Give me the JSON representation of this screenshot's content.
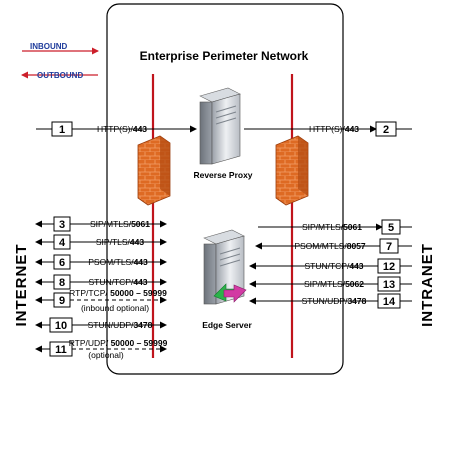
{
  "legend": {
    "inbound": "INBOUND",
    "outbound": "OUTBOUND",
    "inbound_color": "#cc1f2a",
    "outbound_color": "#cc1f2a"
  },
  "title": "Enterprise Perimeter Network",
  "side_labels": {
    "left": "INTERNET",
    "right": "INTRANET"
  },
  "servers": {
    "reverse_proxy": "Reverse Proxy",
    "edge_server": "Edge Server"
  },
  "colors": {
    "perimeter_line": "#c0141c",
    "firewall": "#d9651f",
    "frame": "#000000"
  },
  "connections": {
    "c1": {
      "num": "1",
      "proto": "HTTP(S)/",
      "port": "443"
    },
    "c2": {
      "num": "2",
      "proto": "HTTP(S)/",
      "port": "443"
    },
    "c3": {
      "num": "3",
      "proto": "SIP/MTLS/",
      "port": "5061"
    },
    "c4": {
      "num": "4",
      "proto": "SIP/TLS/",
      "port": "443"
    },
    "c5": {
      "num": "5",
      "proto": "SIP/MTLS/",
      "port": "5061"
    },
    "c6": {
      "num": "6",
      "proto": "PSOM/TLS/",
      "port": "443"
    },
    "c7": {
      "num": "7",
      "proto": "PSOM/MTLS/",
      "port": "8057"
    },
    "c8": {
      "num": "8",
      "proto": "STUN/TCP/",
      "port": "443"
    },
    "c9": {
      "num": "9",
      "proto": "RTP/TCP/ ",
      "port": "50000 – 59999",
      "note": "(inbound optional)"
    },
    "c10": {
      "num": "10",
      "proto": "STUN/UDP/",
      "port": "3478"
    },
    "c11": {
      "num": "11",
      "proto": "RTP/UDP/ ",
      "port": "50000 – 59999",
      "note": "(optional)"
    },
    "c12": {
      "num": "12",
      "proto": "STUN/TCP/",
      "port": "443"
    },
    "c13": {
      "num": "13",
      "proto": "SIP/MTLS/",
      "port": "5062"
    },
    "c14": {
      "num": "14",
      "proto": "STUN/UDP/",
      "port": "3478"
    }
  }
}
